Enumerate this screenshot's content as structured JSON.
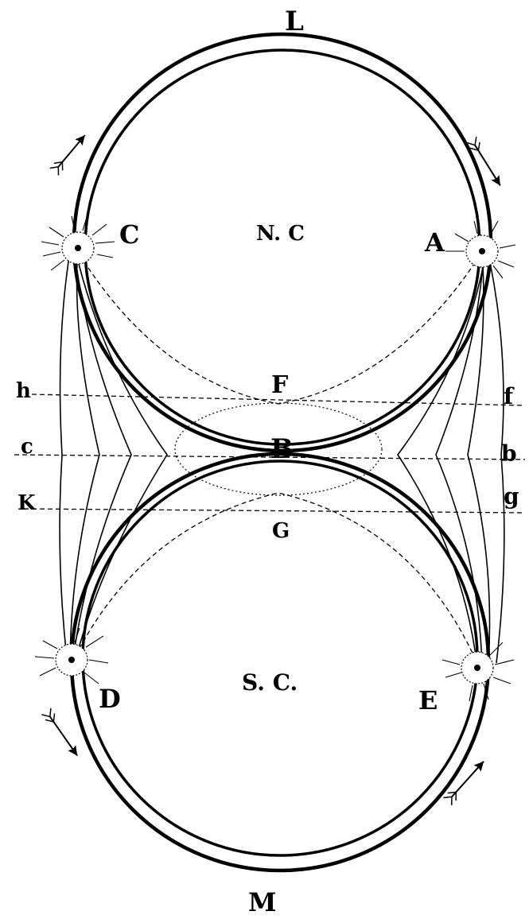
{
  "labels": {
    "top": "L",
    "bottom": "M",
    "north_center": "N. C",
    "south_center": "S. C.",
    "point_c_upper": "C",
    "point_a": "A",
    "point_d": "D",
    "point_e": "E",
    "point_f": "F",
    "point_b": "B",
    "point_g": "G",
    "left_h": "h",
    "left_c": "c",
    "left_k": "K",
    "right_f": "f",
    "right_b": "b",
    "right_g": "g"
  },
  "colors": {
    "ink": "#000000",
    "paper": "#ffffff"
  },
  "icons": [
    "arrow-icon",
    "sun-icon"
  ]
}
